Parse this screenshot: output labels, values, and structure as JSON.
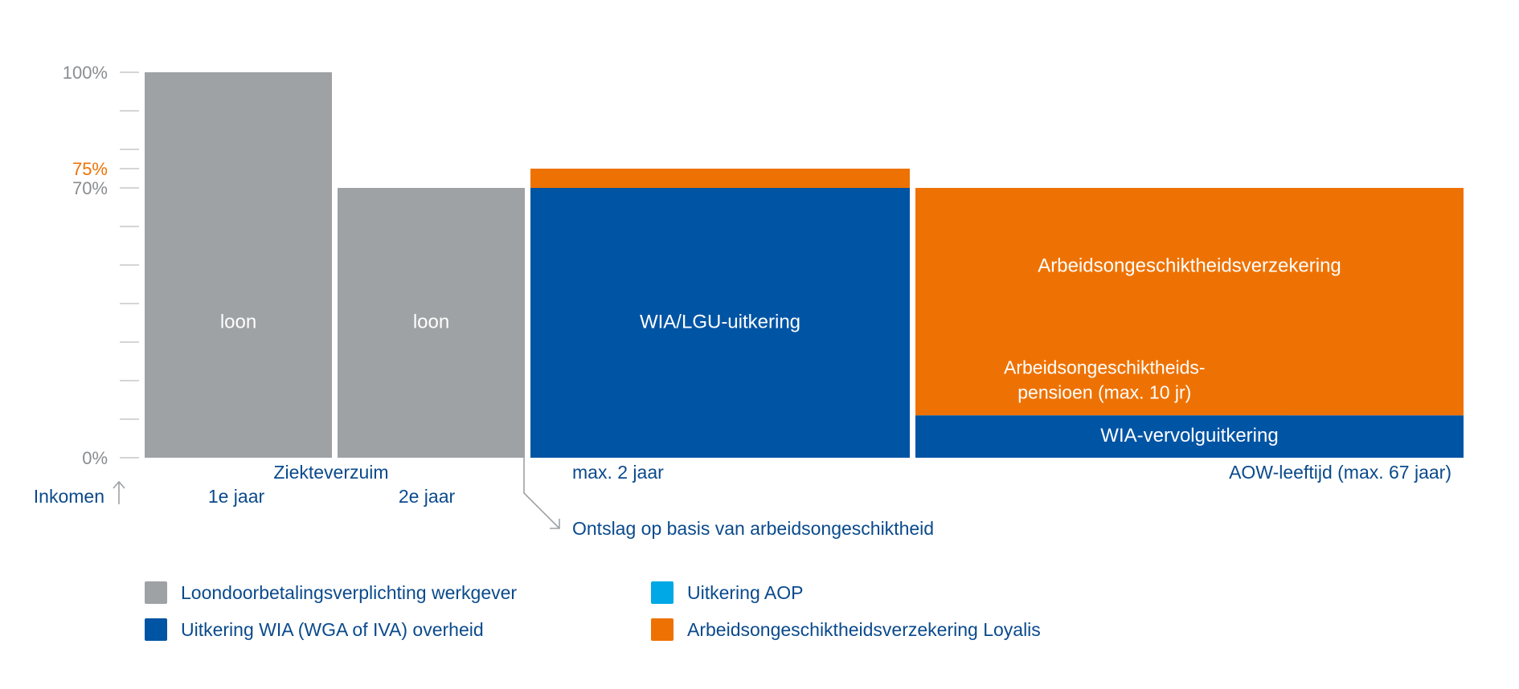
{
  "colors": {
    "grey": "#9ea2a5",
    "dark_blue": "#0054a4",
    "light_blue": "#00a8e6",
    "orange": "#ee7203",
    "axis_text": "#8a8d90",
    "text_blue": "#0a4a8c",
    "white": "#ffffff"
  },
  "chart_data": {
    "type": "bar",
    "ylim": [
      0,
      100
    ],
    "y_tick_labels": [
      {
        "value": 100,
        "label": "100%",
        "color": "#8a8d90"
      },
      {
        "value": 75,
        "label": "75%",
        "color": "#ee7203"
      },
      {
        "value": 70,
        "label": "70%",
        "color": "#8a8d90"
      },
      {
        "value": 0,
        "label": "0%",
        "color": "#8a8d90"
      }
    ],
    "y_minor_ticks": [
      0,
      10,
      20,
      30,
      40,
      50,
      60,
      70,
      75,
      80,
      90,
      100
    ],
    "y_axis_label": "Inkomen",
    "segments": [
      {
        "id": "loon-1",
        "period": 0,
        "bottom": 0,
        "top": 100,
        "color": "grey",
        "label": "loon"
      },
      {
        "id": "loon-2",
        "period": 1,
        "bottom": 0,
        "top": 70,
        "color": "grey",
        "label": "loon"
      },
      {
        "id": "wia-lgu",
        "period": 2,
        "bottom": 0,
        "top": 70,
        "color": "dark_blue",
        "label": "WIA/LGU-uitkering"
      },
      {
        "id": "wia-lgu-top",
        "period": 2,
        "bottom": 70,
        "top": 75,
        "color": "orange",
        "label": ""
      },
      {
        "id": "wia-vervolg",
        "period": 3,
        "bottom": 0,
        "top": 11,
        "color": "dark_blue",
        "label": "WIA-vervolguitkering"
      },
      {
        "id": "aop",
        "period": 3,
        "bottom": 11,
        "top": 30,
        "color": "light_blue",
        "label_lines": [
          "Arbeidsongeschiktheids-",
          "pensioen (max. 10 jr)"
        ],
        "width_fraction": 0.69
      },
      {
        "id": "aov",
        "period": 3,
        "bottom": 11,
        "top": 70,
        "color": "orange",
        "label": "Arbeidsongeschiktheidsverzekering"
      }
    ],
    "x_labels": {
      "ziekteverzuim": "Ziekteverzuim",
      "jaar1": "1e jaar",
      "jaar2": "2e jaar",
      "max2": "max. 2 jaar",
      "aow": "AOW-leeftijd (max. 67 jaar)",
      "ontslag": "Ontslag op basis van arbeidsongeschiktheid"
    },
    "legend": [
      {
        "label": "Loondoorbetalingsverplichting werkgever",
        "color": "grey"
      },
      {
        "label": "Uitkering AOP",
        "color": "light_blue"
      },
      {
        "label": "Uitkering WIA (WGA of IVA) overheid",
        "color": "dark_blue"
      },
      {
        "label": "Arbeidsongeschiktheidsverzekering Loyalis",
        "color": "orange"
      }
    ]
  }
}
